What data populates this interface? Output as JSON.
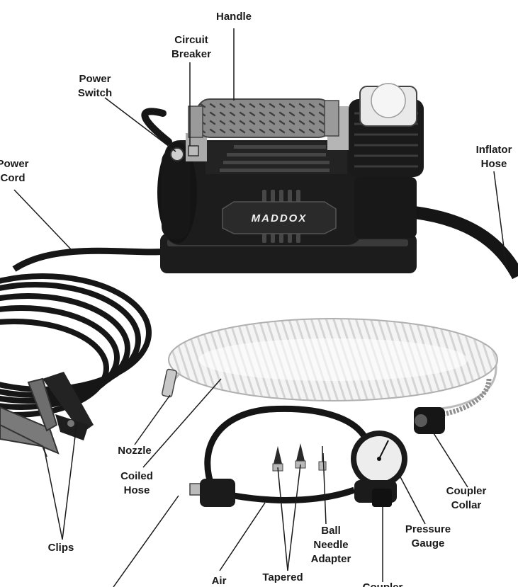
{
  "brand": "MADDOX",
  "labels": {
    "handle": "Handle",
    "circuit_breaker": "Circuit\nBreaker",
    "power_switch": "Power\nSwitch",
    "power_cord": "Power\nCord",
    "inflator_hose": "Inflator\nHose",
    "nozzle": "Nozzle",
    "coiled_hose": "Coiled\nHose",
    "clips": "Clips",
    "coupler_collar": "Coupler\nCollar",
    "pressure_gauge": "Pressure\nGauge",
    "ball_needle_adapter": "Ball\nNeedle\nAdapter",
    "tapered_adapters": "Tapered\nAdapters",
    "air": "Air",
    "coupler": "Coupler"
  },
  "colors": {
    "body": "#1c1c1c",
    "handle_grip": "#8c8c8c",
    "hose": "#161616",
    "coil": "#f1f1f1",
    "clip": "#7a7a7a",
    "leader_line": "#1a1a1a"
  }
}
